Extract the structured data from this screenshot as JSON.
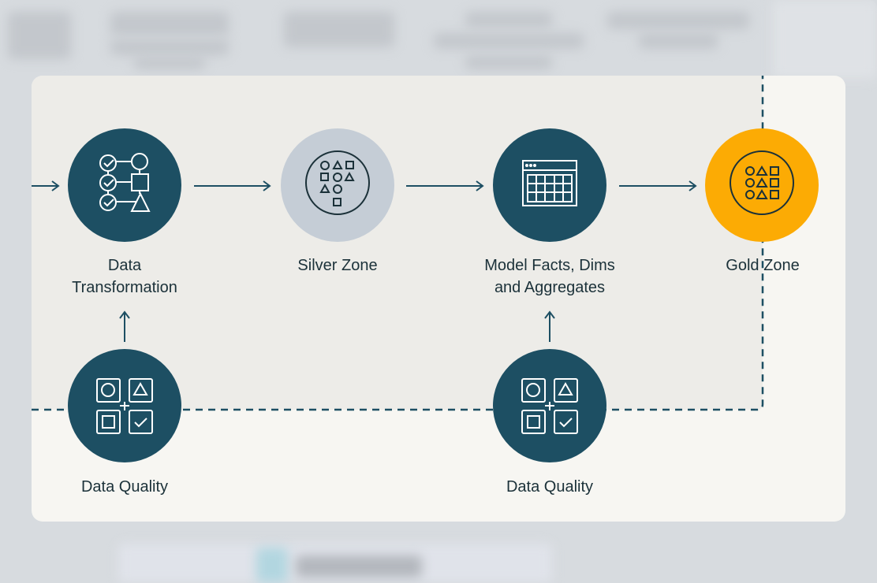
{
  "diagram": {
    "nodes": {
      "data_transformation": {
        "label_line1": "Data",
        "label_line2": "Transformation",
        "icon": "checklist-shapes-icon",
        "color": "#1d4f63"
      },
      "silver_zone": {
        "label": "Silver Zone",
        "icon": "shapes-circle-icon",
        "color": "#c5cdd6"
      },
      "model": {
        "label_line1": "Model Facts, Dims",
        "label_line2": "and Aggregates",
        "icon": "table-icon",
        "color": "#1d4f63"
      },
      "gold_zone": {
        "label": "Gold Zone",
        "icon": "shapes-grid-icon",
        "color": "#fcab04"
      },
      "data_quality_1": {
        "label": "Data Quality",
        "icon": "quality-grid-icon",
        "color": "#1d4f63"
      },
      "data_quality_2": {
        "label": "Data Quality",
        "icon": "quality-grid-icon",
        "color": "#1d4f63"
      }
    },
    "colors": {
      "line": "#1d4f63",
      "text": "#1b3139"
    }
  }
}
